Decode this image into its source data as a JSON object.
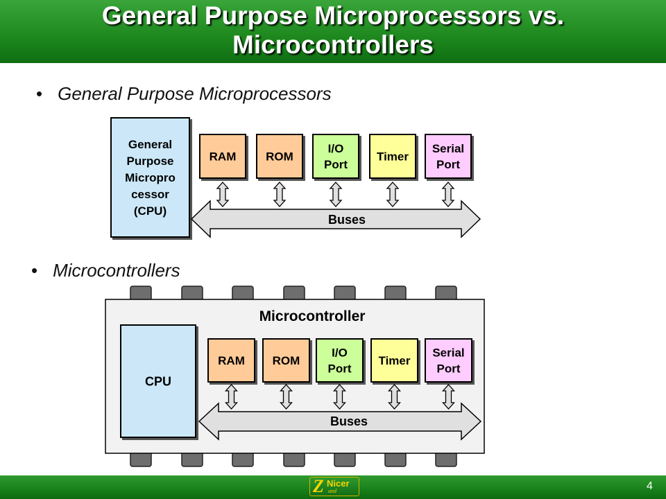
{
  "slide": {
    "title_line1": "General Purpose Microprocessors vs.",
    "title_line2": "Microcontrollers",
    "page_number": "4"
  },
  "bullets": [
    {
      "text": "General Purpose Microprocessors"
    },
    {
      "text": "Microcontrollers"
    }
  ],
  "diagram_top": {
    "cpu_lines": [
      "General",
      "Purpose",
      "Micropro",
      "cessor",
      "(CPU)"
    ],
    "blocks": [
      {
        "lines": [
          "RAM"
        ],
        "color": "#ffcc99"
      },
      {
        "lines": [
          "ROM"
        ],
        "color": "#ffcc99"
      },
      {
        "lines": [
          "I/O",
          "Port"
        ],
        "color": "#ccff99"
      },
      {
        "lines": [
          "Timer"
        ],
        "color": "#ffff99"
      },
      {
        "lines": [
          "Serial",
          "Port"
        ],
        "color": "#ffccff"
      }
    ],
    "bus_label": "Buses",
    "cpu_color": "#cce8f8"
  },
  "diagram_bottom": {
    "chip_label": "Microcontroller",
    "cpu_lines": [
      "CPU"
    ],
    "blocks": [
      {
        "lines": [
          "RAM"
        ],
        "color": "#ffcc99"
      },
      {
        "lines": [
          "ROM"
        ],
        "color": "#ffcc99"
      },
      {
        "lines": [
          "I/O",
          "Port"
        ],
        "color": "#ccff99"
      },
      {
        "lines": [
          "Timer"
        ],
        "color": "#ffff99"
      },
      {
        "lines": [
          "Serial",
          "Port"
        ],
        "color": "#ffccff"
      }
    ],
    "bus_label": "Buses",
    "cpu_color": "#cce8f8",
    "chip_color": "#f2f2f2"
  },
  "logo": {
    "letter": "Z",
    "word": "Nicer",
    "small": "and"
  }
}
